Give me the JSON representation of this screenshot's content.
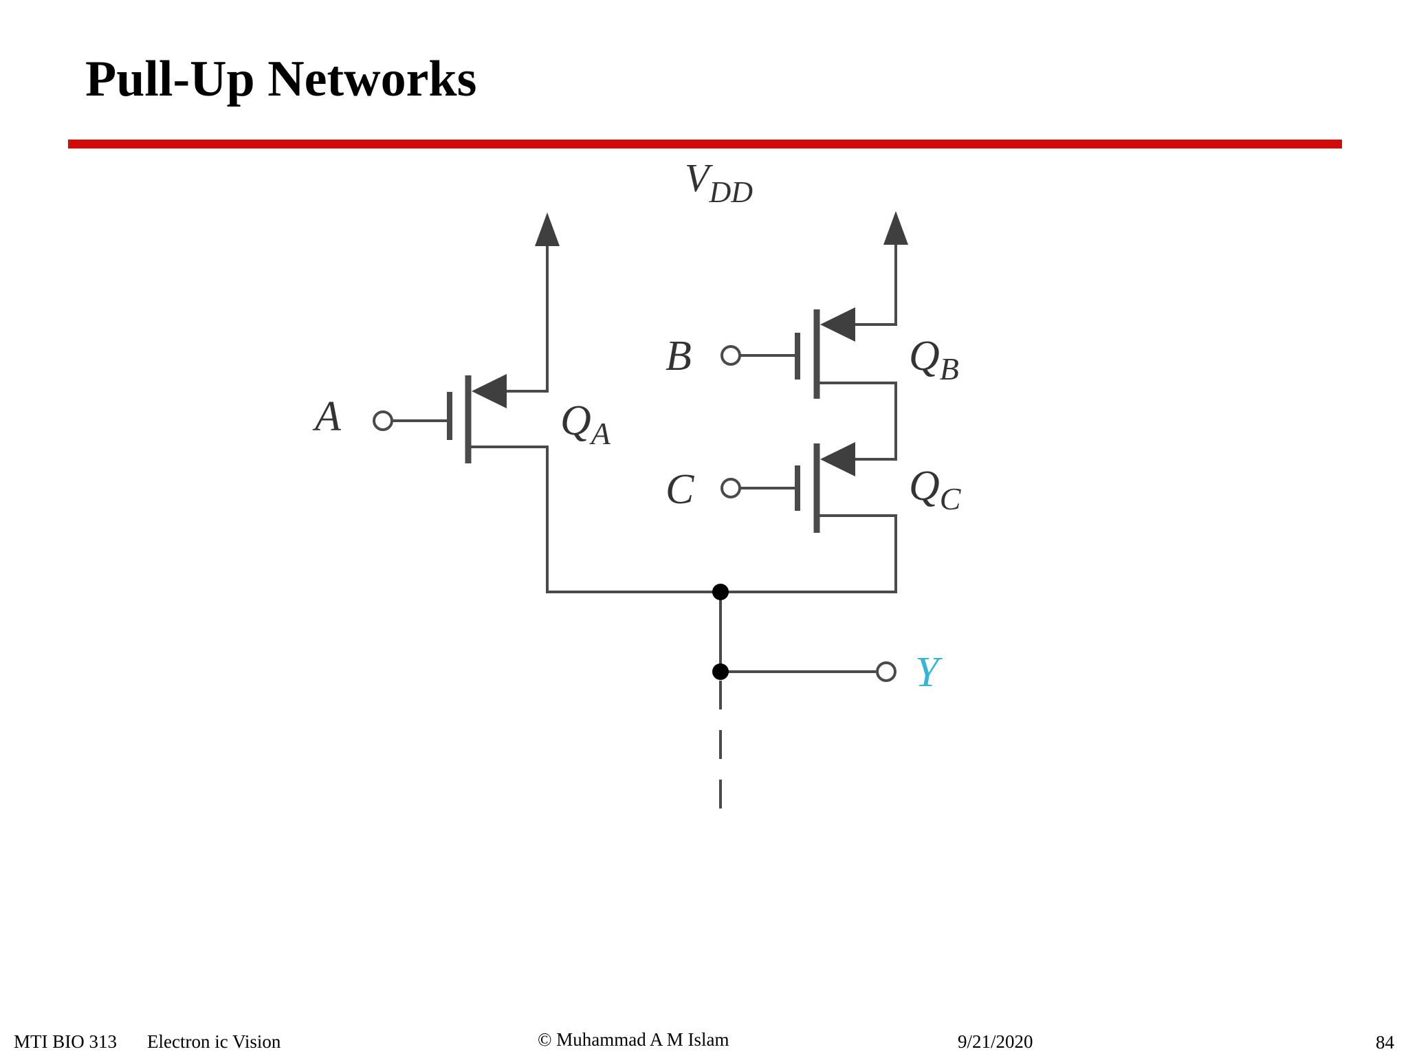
{
  "slide": {
    "title": "Pull-Up Networks"
  },
  "diagram": {
    "supply_label": "V",
    "supply_subscript": "DD",
    "inputs": [
      {
        "label": "A",
        "transistor": "Q",
        "transistor_subscript": "A"
      },
      {
        "label": "B",
        "transistor": "Q",
        "transistor_subscript": "B"
      },
      {
        "label": "C",
        "transistor": "Q",
        "transistor_subscript": "C"
      }
    ],
    "output_label": "Y",
    "colors": {
      "wire": "#4a4a4a",
      "output_label": "#35b6d6",
      "title_rule": "#d10a0a"
    }
  },
  "footer": {
    "course": "MTI  BIO 313",
    "topic": "Electron ic Vision",
    "copyright": "© Muhammad A M Islam",
    "date": "9/21/2020",
    "page": "84"
  }
}
